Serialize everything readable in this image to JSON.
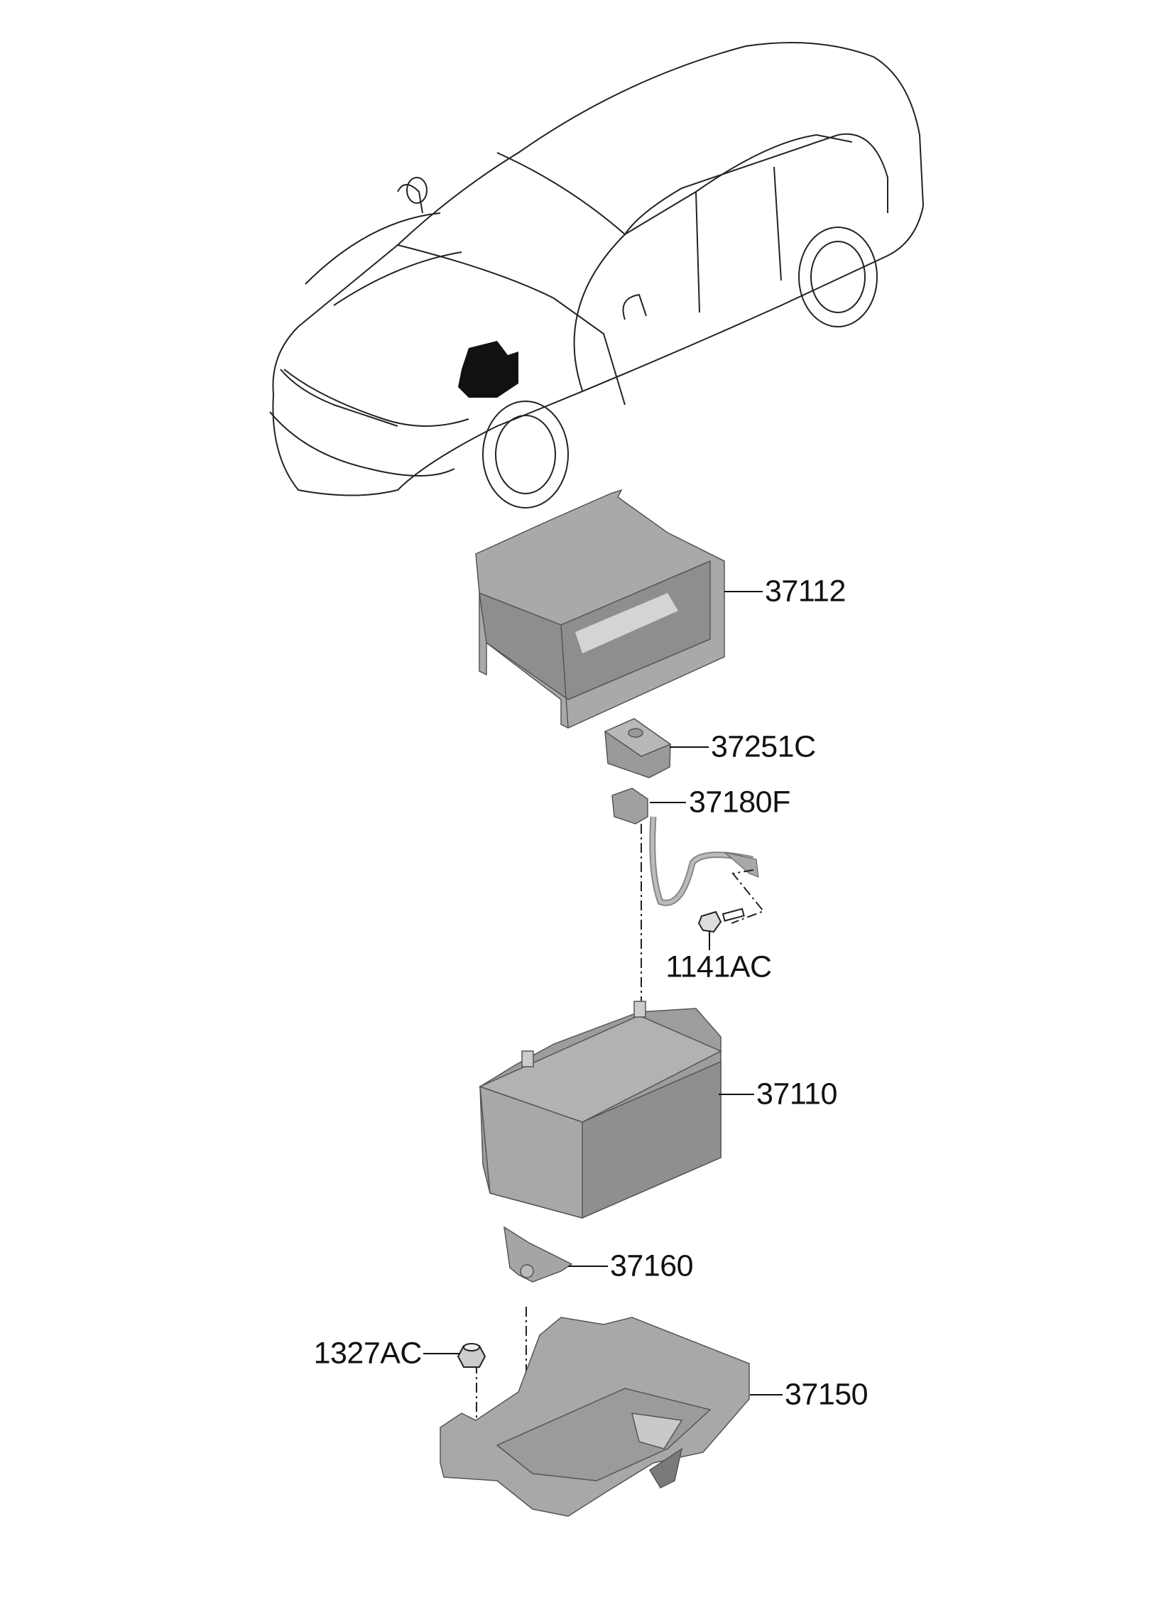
{
  "diagram": {
    "title_part_numbers": [
      {
        "id": "37112",
        "name": "battery-insulation-pad"
      },
      {
        "id": "37251C",
        "name": "terminal-cover"
      },
      {
        "id": "37180F",
        "name": "battery-sensor-cable"
      },
      {
        "id": "1141AC",
        "name": "bolt"
      },
      {
        "id": "37110",
        "name": "battery"
      },
      {
        "id": "37160",
        "name": "clamp"
      },
      {
        "id": "1327AC",
        "name": "nut"
      },
      {
        "id": "37150",
        "name": "battery-tray"
      }
    ],
    "colors": {
      "part_fill": "#a8a8a8",
      "part_dark": "#8c8c8c",
      "line": "#111111",
      "highlight": "#000000"
    }
  }
}
